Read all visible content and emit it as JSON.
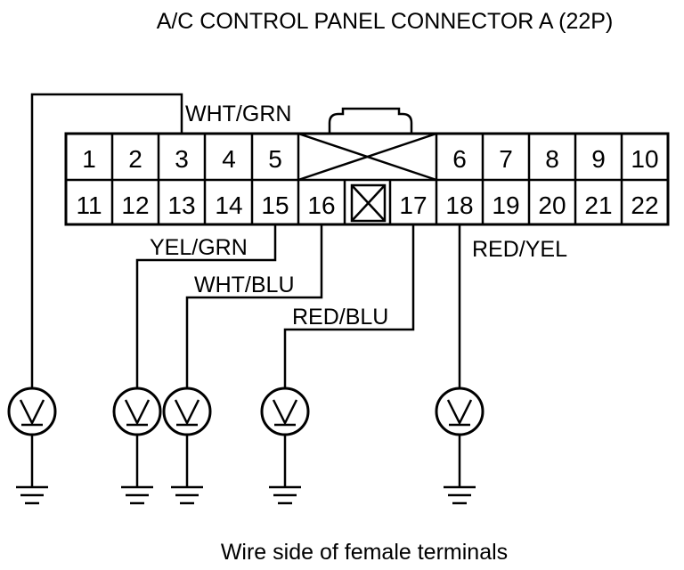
{
  "title": "A/C CONTROL PANEL CONNECTOR A (22P)",
  "caption": "Wire side of female terminals",
  "connector": {
    "top_pins": [
      "1",
      "2",
      "3",
      "4",
      "5",
      "6",
      "7",
      "8",
      "9",
      "10"
    ],
    "bottom_pins": [
      "11",
      "12",
      "13",
      "14",
      "15",
      "16",
      "17",
      "18",
      "19",
      "20",
      "21",
      "22"
    ]
  },
  "wires": {
    "pin3": "WHT/GRN",
    "pin15": "YEL/GRN",
    "pin16": "WHT/BLU",
    "pin17": "RED/BLU",
    "pin18": "RED/YEL"
  },
  "meter_icon": "voltmeter-symbol",
  "ground_icon": "ground-symbol"
}
